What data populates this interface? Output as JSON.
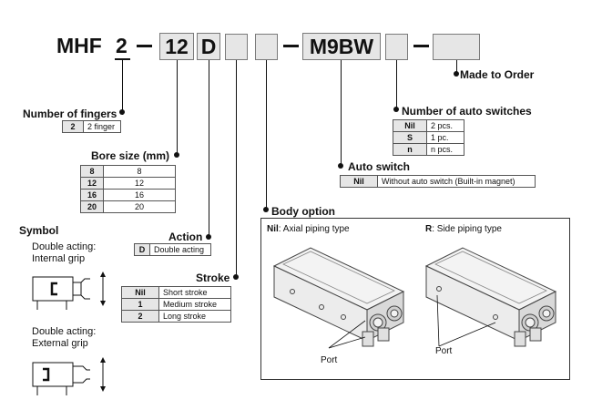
{
  "part_number": {
    "prefix": "MHF",
    "fingers": "2",
    "bore": "12",
    "action": "D",
    "auto_switch": "M9BW"
  },
  "made_to_order": {
    "label": "Made to Order"
  },
  "number_of_fingers": {
    "label": "Number of fingers",
    "rows": [
      {
        "key": "2",
        "value": "2 finger"
      }
    ]
  },
  "bore_size": {
    "label": "Bore size (mm)",
    "rows": [
      {
        "key": "8",
        "value": "8"
      },
      {
        "key": "12",
        "value": "12"
      },
      {
        "key": "16",
        "value": "16"
      },
      {
        "key": "20",
        "value": "20"
      }
    ]
  },
  "action": {
    "label": "Action",
    "rows": [
      {
        "key": "D",
        "value": "Double acting"
      }
    ]
  },
  "stroke": {
    "label": "Stroke",
    "rows": [
      {
        "key": "Nil",
        "value": "Short stroke"
      },
      {
        "key": "1",
        "value": "Medium stroke"
      },
      {
        "key": "2",
        "value": "Long stroke"
      }
    ]
  },
  "number_of_auto_switches": {
    "label": "Number of auto switches",
    "rows": [
      {
        "key": "Nil",
        "value": "2 pcs."
      },
      {
        "key": "S",
        "value": "1 pc."
      },
      {
        "key": "n",
        "value": "n pcs."
      }
    ]
  },
  "auto_switch": {
    "label": "Auto switch",
    "rows": [
      {
        "key": "Nil",
        "value": "Without auto switch (Built-in magnet)"
      }
    ]
  },
  "body_option": {
    "label": "Body option",
    "nil_key": "Nil",
    "nil_text": ": Axial piping type",
    "r_key": "R",
    "r_text": ": Side piping type",
    "port_left": "Port",
    "port_right": "Port"
  },
  "symbol": {
    "label": "Symbol",
    "internal_line1": "Double acting:",
    "internal_line2": "Internal grip",
    "external_line1": "Double acting:",
    "external_line2": "External grip"
  },
  "colors": {
    "box_fill": "#e6e6e6",
    "line": "#111111"
  }
}
